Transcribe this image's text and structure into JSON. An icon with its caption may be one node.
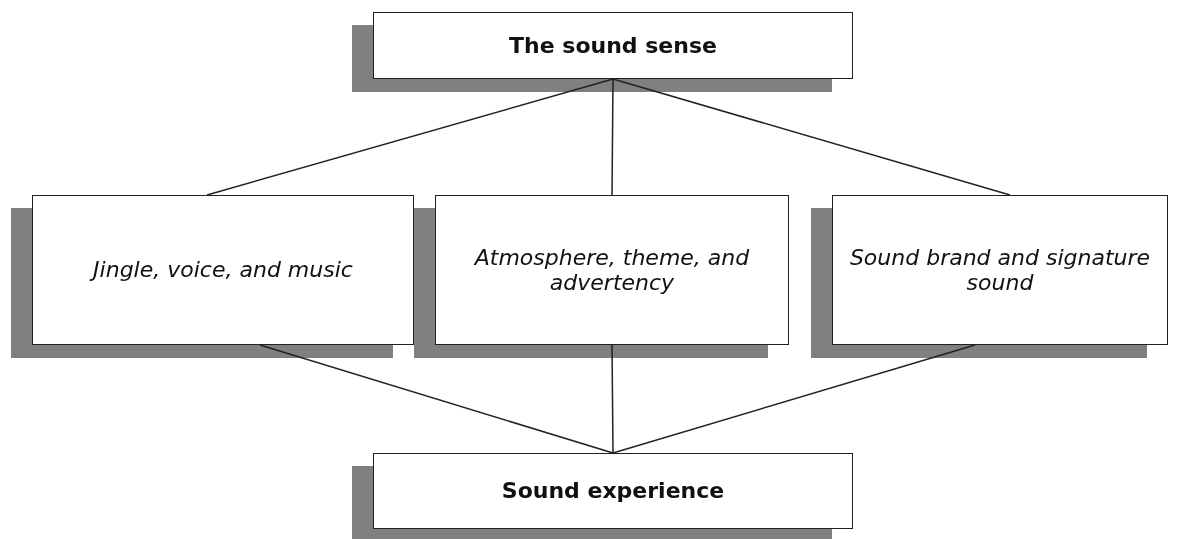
{
  "diagram": {
    "nodes": [
      {
        "text": [
          "The sound sense"
        ]
      },
      {
        "text": [
          "Jingle, voice, and music"
        ]
      },
      {
        "text": [
          "Atmosphere, theme, and advertency"
        ]
      },
      {
        "text": [
          "Sound brand and signature sound"
        ]
      },
      {
        "text": [
          "Sound experience"
        ]
      }
    ],
    "edges": [
      {
        "from": 0,
        "to": 1,
        "arrow": "none"
      },
      {
        "from": 0,
        "to": 2,
        "arrow": "none"
      },
      {
        "from": 0,
        "to": 3,
        "arrow": "none"
      },
      {
        "from": 1,
        "to": 4,
        "arrow": "none"
      },
      {
        "from": 2,
        "to": 4,
        "arrow": "none"
      },
      {
        "from": 3,
        "to": 4,
        "arrow": "none"
      }
    ]
  }
}
